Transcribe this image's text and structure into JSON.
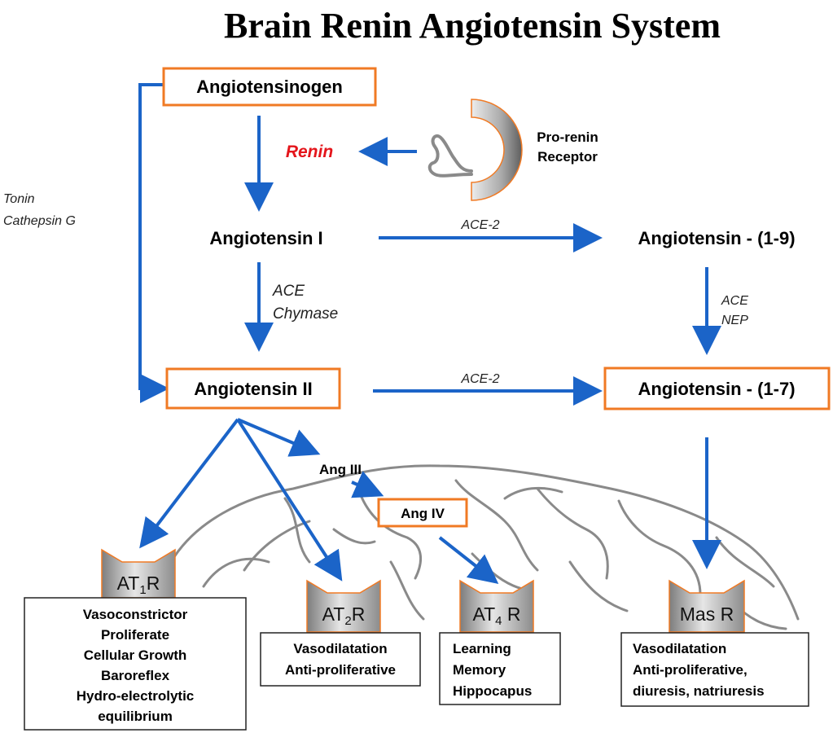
{
  "title": "Brain Renin Angiotensin System",
  "nodes": {
    "angiotensinogen": "Angiotensinogen",
    "renin": "Renin",
    "prorenin_receptor": [
      "Pro-renin",
      "Receptor"
    ],
    "angiotensin_i": "Angiotensin I",
    "angiotensin_ii": "Angiotensin II",
    "angiotensin_1_9": "Angiotensin - (1-9)",
    "angiotensin_1_7": "Angiotensin - (1-7)",
    "ang_iii": "Ang III",
    "ang_iv": "Ang IV"
  },
  "enzymes": {
    "tonin": [
      "Tonin",
      "Cathepsin G"
    ],
    "ace2_top": "ACE-2",
    "ace_chymase": [
      "ACE",
      "Chymase"
    ],
    "ace_nep": [
      "ACE",
      "NEP"
    ],
    "ace2_bottom": "ACE-2"
  },
  "receptors": [
    {
      "base": "AT",
      "sub": "1",
      "suffix": "R",
      "effects": [
        "Vasoconstrictor",
        "Proliferate",
        "Cellular Growth",
        "Baroreflex",
        "Hydro-electrolytic",
        "equilibrium"
      ]
    },
    {
      "base": "AT",
      "sub": "2",
      "suffix": "R",
      "effects": [
        "Vasodilatation",
        "Anti-proliferative"
      ]
    },
    {
      "base": "AT",
      "sub": "4",
      "suffix": " R",
      "effects": [
        "Learning",
        "Memory",
        "Hippocapus"
      ]
    },
    {
      "base": "Mas R",
      "sub": "",
      "suffix": "",
      "effects": [
        "Vasodilatation",
        "Anti-proliferative,",
        "diuresis, natriuresis"
      ]
    }
  ],
  "colors": {
    "arrow": "#1b64c8",
    "box_border": "#f07a24",
    "renin_text": "#e4151b",
    "brain_outline": "#8a8a8a"
  }
}
